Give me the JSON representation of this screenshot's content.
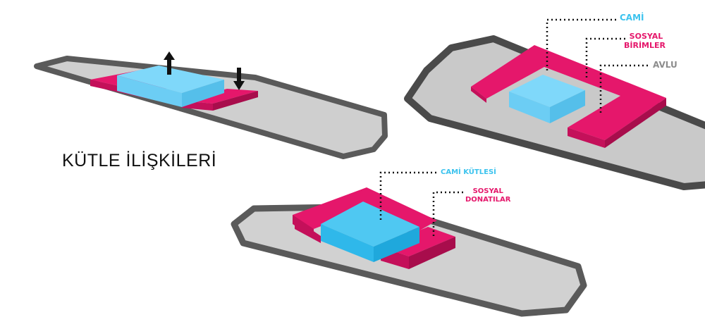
{
  "title": "KÜTLE İLİŞKİLERİ",
  "colors": {
    "mass_pink": "#e5176b",
    "mass_cyan": "#6fd0f6",
    "mass_cyan_bright": "#3cc3ee",
    "site_border": "#5a5a5a",
    "site_fill": "#cfcfcf",
    "label_grey": "#8c8c8c"
  },
  "labels": {
    "cami": "CAMİ",
    "sosyal_birimler_1": "SOSYAL",
    "sosyal_birimler_2": "BİRİMLER",
    "avlu": "AVLU",
    "cami_kutlesi": "CAMİ KÜTLESİ",
    "sosyal_donatilar_1": "SOSYAL",
    "sosyal_donatilar_2": "DONATILAR"
  },
  "icons": {
    "up": "arrow-up-icon",
    "down": "arrow-down-icon"
  }
}
